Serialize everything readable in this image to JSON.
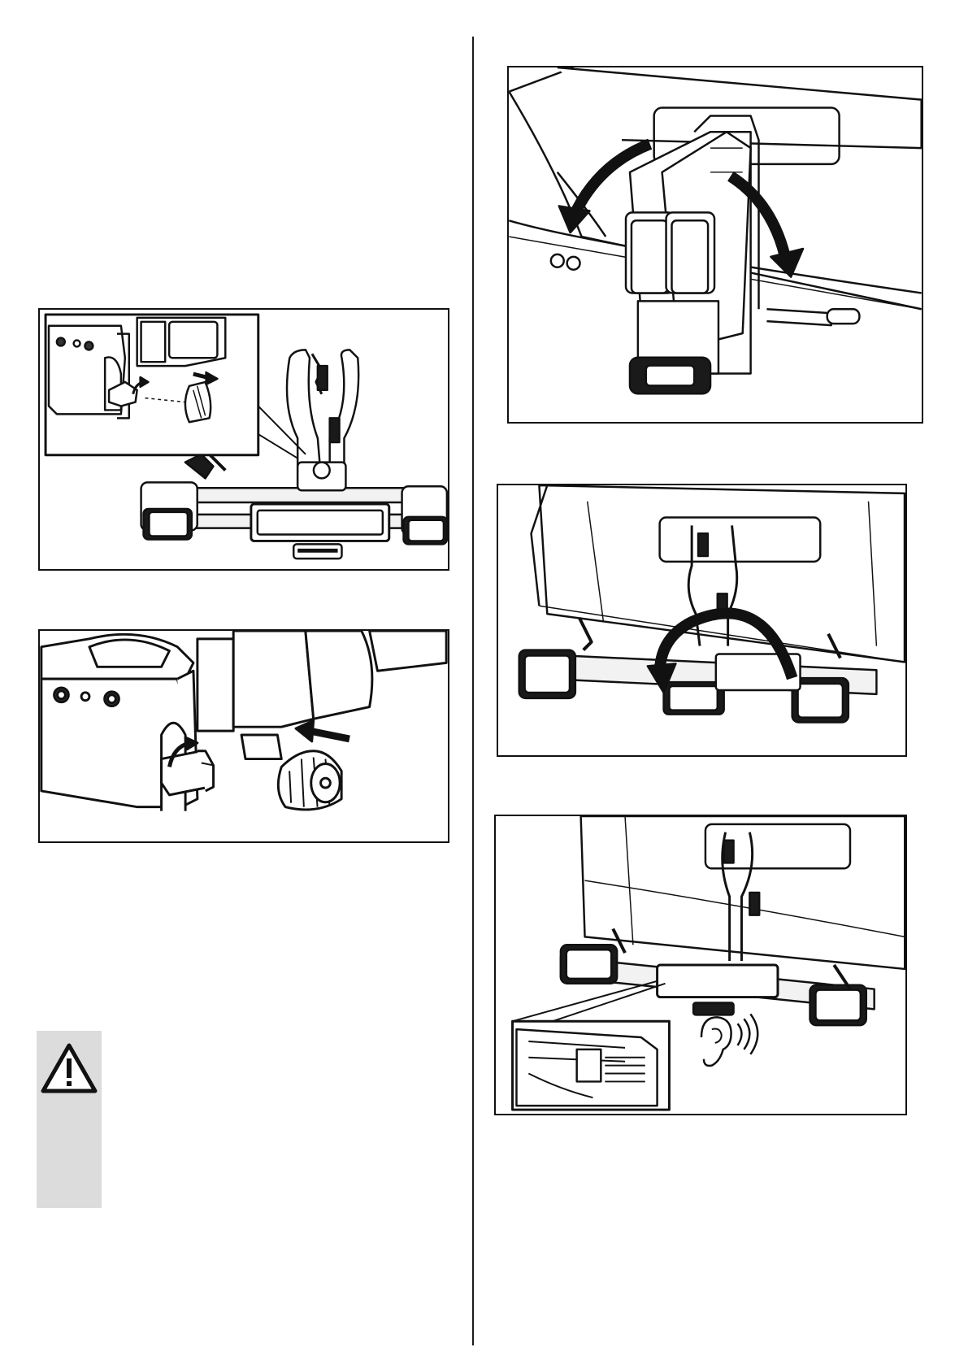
{
  "page": {
    "background": "#ffffff",
    "line_color": "#111111",
    "warning_panel_color": "#dcdcdc"
  },
  "figures": [
    {
      "id": "fig-knob-removal",
      "icon": "knob-detail-illustration"
    },
    {
      "id": "fig-knob-tighten",
      "icon": "knob-closeup-illustration"
    },
    {
      "id": "fig-fold-out-wings",
      "icon": "folded-carrier-on-car-illustration"
    },
    {
      "id": "fig-tilt-arch",
      "icon": "arch-rotation-illustration"
    },
    {
      "id": "fig-lock-click",
      "icon": "lock-click-illustration"
    }
  ],
  "warning": {
    "icon": "warning-triangle-icon"
  }
}
